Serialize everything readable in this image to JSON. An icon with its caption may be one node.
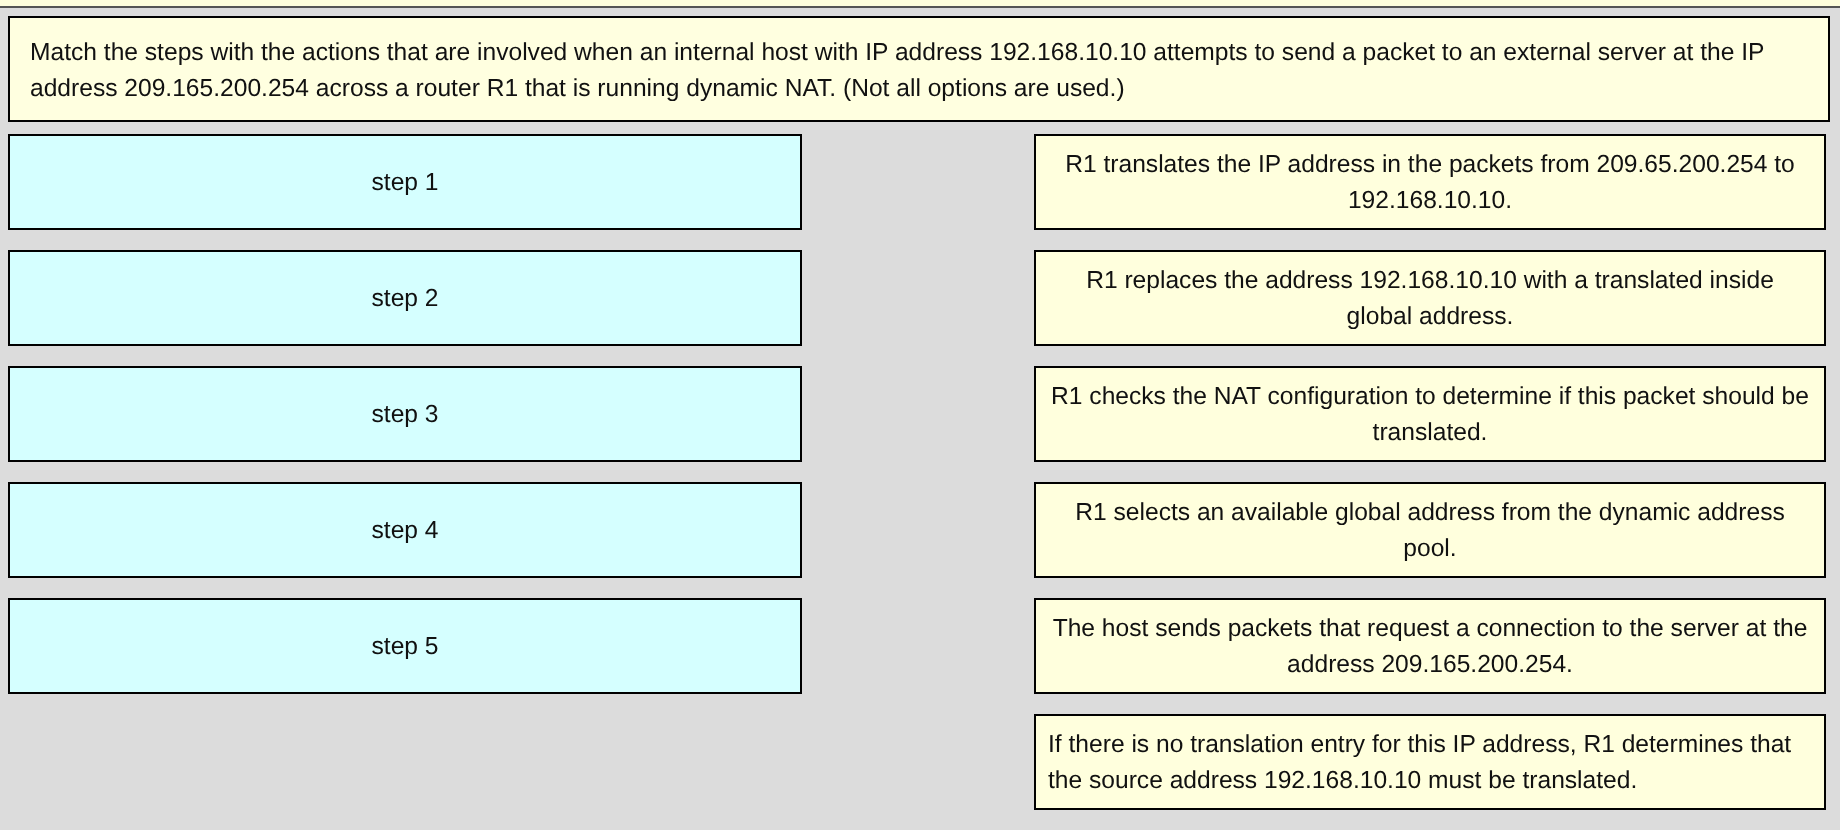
{
  "diagram": {
    "nodes": [
      {
        "text": [
          "Match the steps with the actions that are involved when an internal host with IP address 192.168.10.10 attempts to send a packet to an external server at the IP address 209.165.200.254 across a router R1 that is running dynamic NAT. (Not all options are used.)"
        ]
      },
      {
        "text": [
          "step 1"
        ]
      },
      {
        "text": [
          "step 2"
        ]
      },
      {
        "text": [
          "step 3"
        ]
      },
      {
        "text": [
          "step 4"
        ]
      },
      {
        "text": [
          "step 5"
        ]
      },
      {
        "text": [
          "R1 translates the IP address in the packets from 209.65.200.254 to 192.168.10.10."
        ]
      },
      {
        "text": [
          "R1 replaces the address 192.168.10.10 with a translated inside global address."
        ]
      },
      {
        "text": [
          "R1 checks the NAT configuration to determine if this packet should be translated."
        ]
      },
      {
        "text": [
          "R1 selects an available global address from the dynamic address pool."
        ]
      },
      {
        "text": [
          "The host sends packets that request a connection to the server at the address 209.165.200.254."
        ]
      },
      {
        "text": [
          "If there is no translation entry for this IP address, R1 determines that the source address 192.168.10.10 must be translated."
        ]
      }
    ]
  }
}
